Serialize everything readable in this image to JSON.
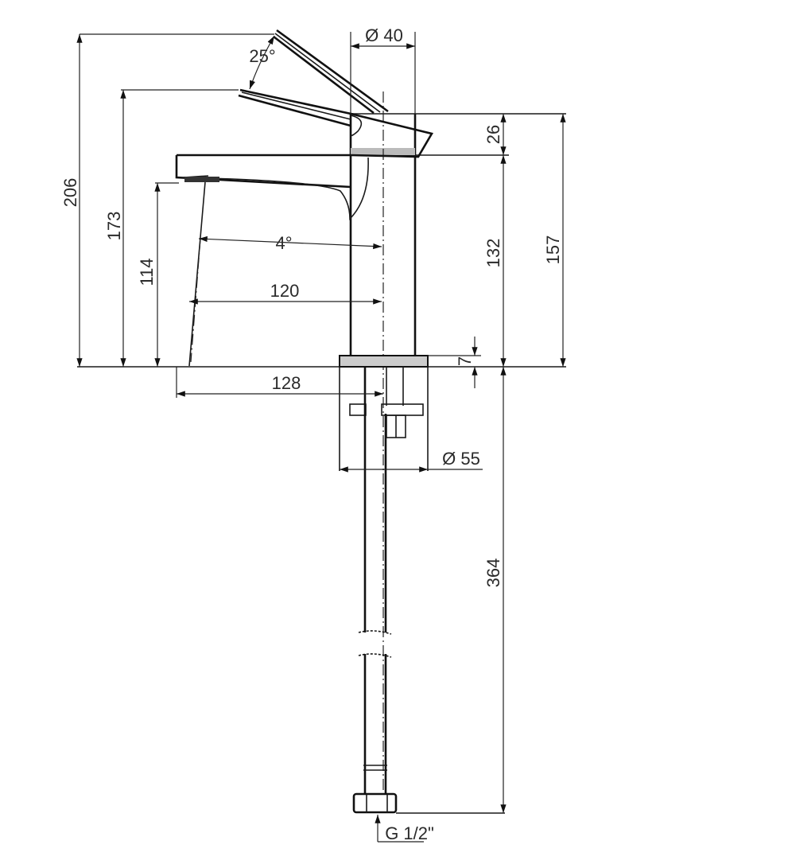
{
  "drawing": {
    "title": "Basin mixer side view technical drawing",
    "dimensions": {
      "total_height_lever_open": "206",
      "height_lever_closed": "173",
      "spout_outlet_height": "114",
      "lever_body_height": "26",
      "body_height": "132",
      "overall_body_height": "157",
      "base_plate_thickness": "7",
      "hose_length": "364",
      "body_diameter": "Ø 40",
      "base_diameter": "Ø 55",
      "lever_angle": "25°",
      "jet_angle": "4°",
      "spout_reach_outlet": "120",
      "spout_reach_total": "128",
      "connection_thread": "G 1/2\""
    }
  }
}
